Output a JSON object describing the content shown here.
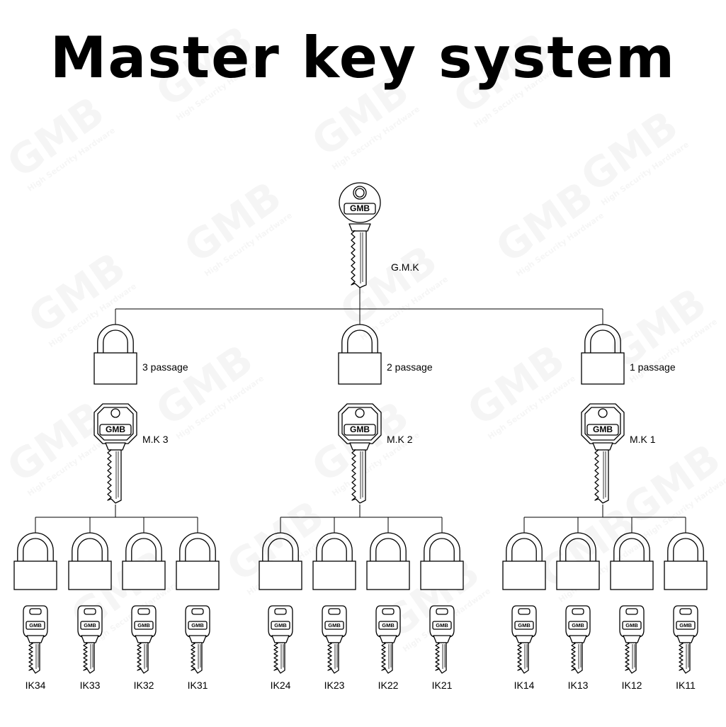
{
  "title": "Master key system",
  "brand": "GMB",
  "watermark": {
    "logo": "GMB",
    "tagline": "High Security Hardware"
  },
  "grand_master": {
    "label": "G.M.K"
  },
  "groups": [
    {
      "passage_label": "3 passage",
      "master_label": "M.K 3",
      "keys": [
        "IK34",
        "IK33",
        "IK32",
        "IK31"
      ]
    },
    {
      "passage_label": "2 passage",
      "master_label": "M.K 2",
      "keys": [
        "IK24",
        "IK23",
        "IK22",
        "IK21"
      ]
    },
    {
      "passage_label": "1 passage",
      "master_label": "M.K 1",
      "keys": [
        "IK14",
        "IK13",
        "IK12",
        "IK11"
      ]
    }
  ],
  "colors": {
    "line": "#000000",
    "background": "#ffffff"
  }
}
